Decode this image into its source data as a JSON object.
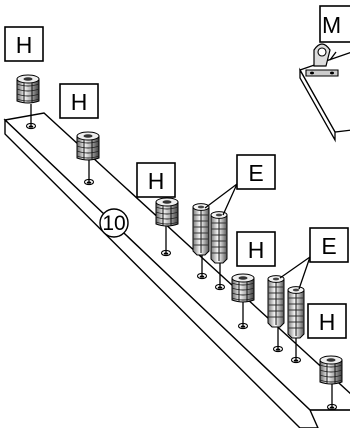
{
  "diagram": {
    "part_number": "10",
    "labels": {
      "H": "H",
      "E": "E",
      "M": "M"
    }
  }
}
